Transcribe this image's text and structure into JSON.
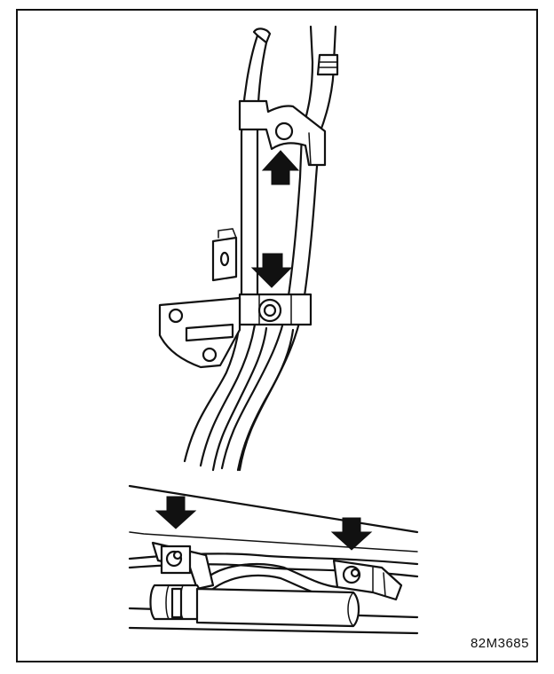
{
  "figure": {
    "code": "82M3685"
  },
  "arrows": [
    {
      "name": "upper-clamp-arrow",
      "direction": "up"
    },
    {
      "name": "lower-clamp-arrow",
      "direction": "down"
    },
    {
      "name": "left-bottom-clamp-arrow",
      "direction": "down"
    },
    {
      "name": "right-bottom-clamp-arrow",
      "direction": "down"
    }
  ]
}
